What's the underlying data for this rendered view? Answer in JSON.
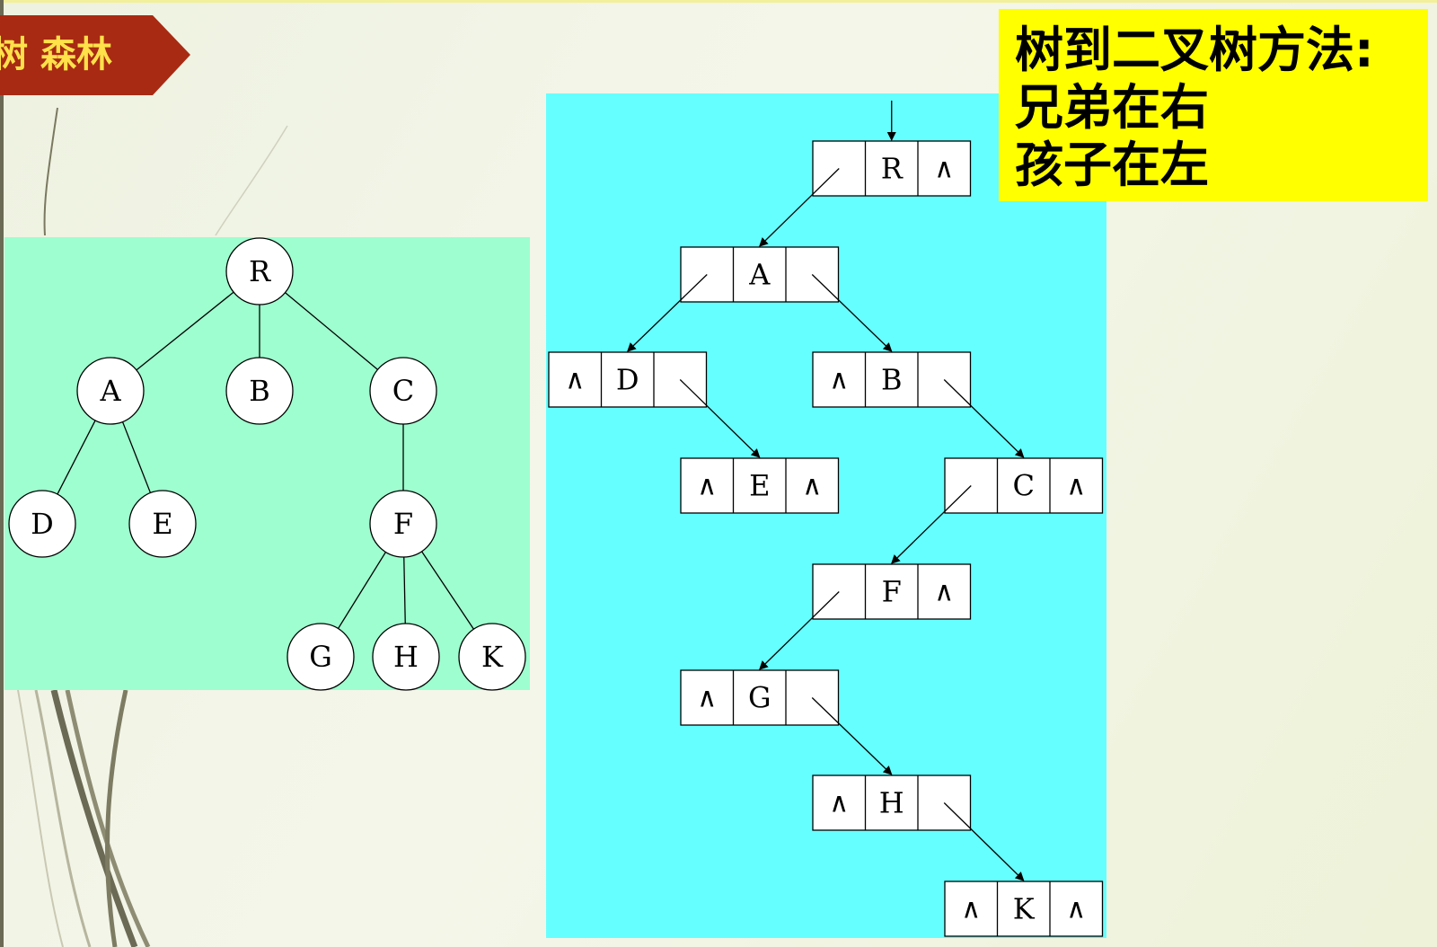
{
  "banner": {
    "text": "树 森林"
  },
  "callout": {
    "lines": [
      "树到二叉树方法:",
      "兄弟在右",
      "孩子在左"
    ]
  },
  "colors": {
    "banner": "#a82a13",
    "banner_text": "#ffe14a",
    "tree_panel": "#9efecf",
    "binary_panel": "#66ffff",
    "callout": "#ffff00"
  },
  "tree": {
    "nodes": [
      {
        "label": "R",
        "children": [
          "A",
          "B",
          "C"
        ]
      },
      {
        "label": "A",
        "children": [
          "D",
          "E"
        ]
      },
      {
        "label": "B",
        "children": []
      },
      {
        "label": "C",
        "children": [
          "F"
        ]
      },
      {
        "label": "D",
        "children": []
      },
      {
        "label": "E",
        "children": []
      },
      {
        "label": "F",
        "children": [
          "G",
          "H",
          "K"
        ]
      },
      {
        "label": "G",
        "children": []
      },
      {
        "label": "H",
        "children": []
      },
      {
        "label": "K",
        "children": []
      }
    ]
  },
  "binary_tree": {
    "null_symbol": "∧",
    "nodes": [
      {
        "data": "R",
        "left": "A",
        "right": null
      },
      {
        "data": "A",
        "left": "D",
        "right": "B"
      },
      {
        "data": "D",
        "left": null,
        "right": "E"
      },
      {
        "data": "B",
        "left": null,
        "right": "C"
      },
      {
        "data": "E",
        "left": null,
        "right": null
      },
      {
        "data": "C",
        "left": "F",
        "right": null
      },
      {
        "data": "F",
        "left": "G",
        "right": null
      },
      {
        "data": "G",
        "left": null,
        "right": "H"
      },
      {
        "data": "H",
        "left": null,
        "right": "K"
      },
      {
        "data": "K",
        "left": null,
        "right": null
      }
    ]
  }
}
